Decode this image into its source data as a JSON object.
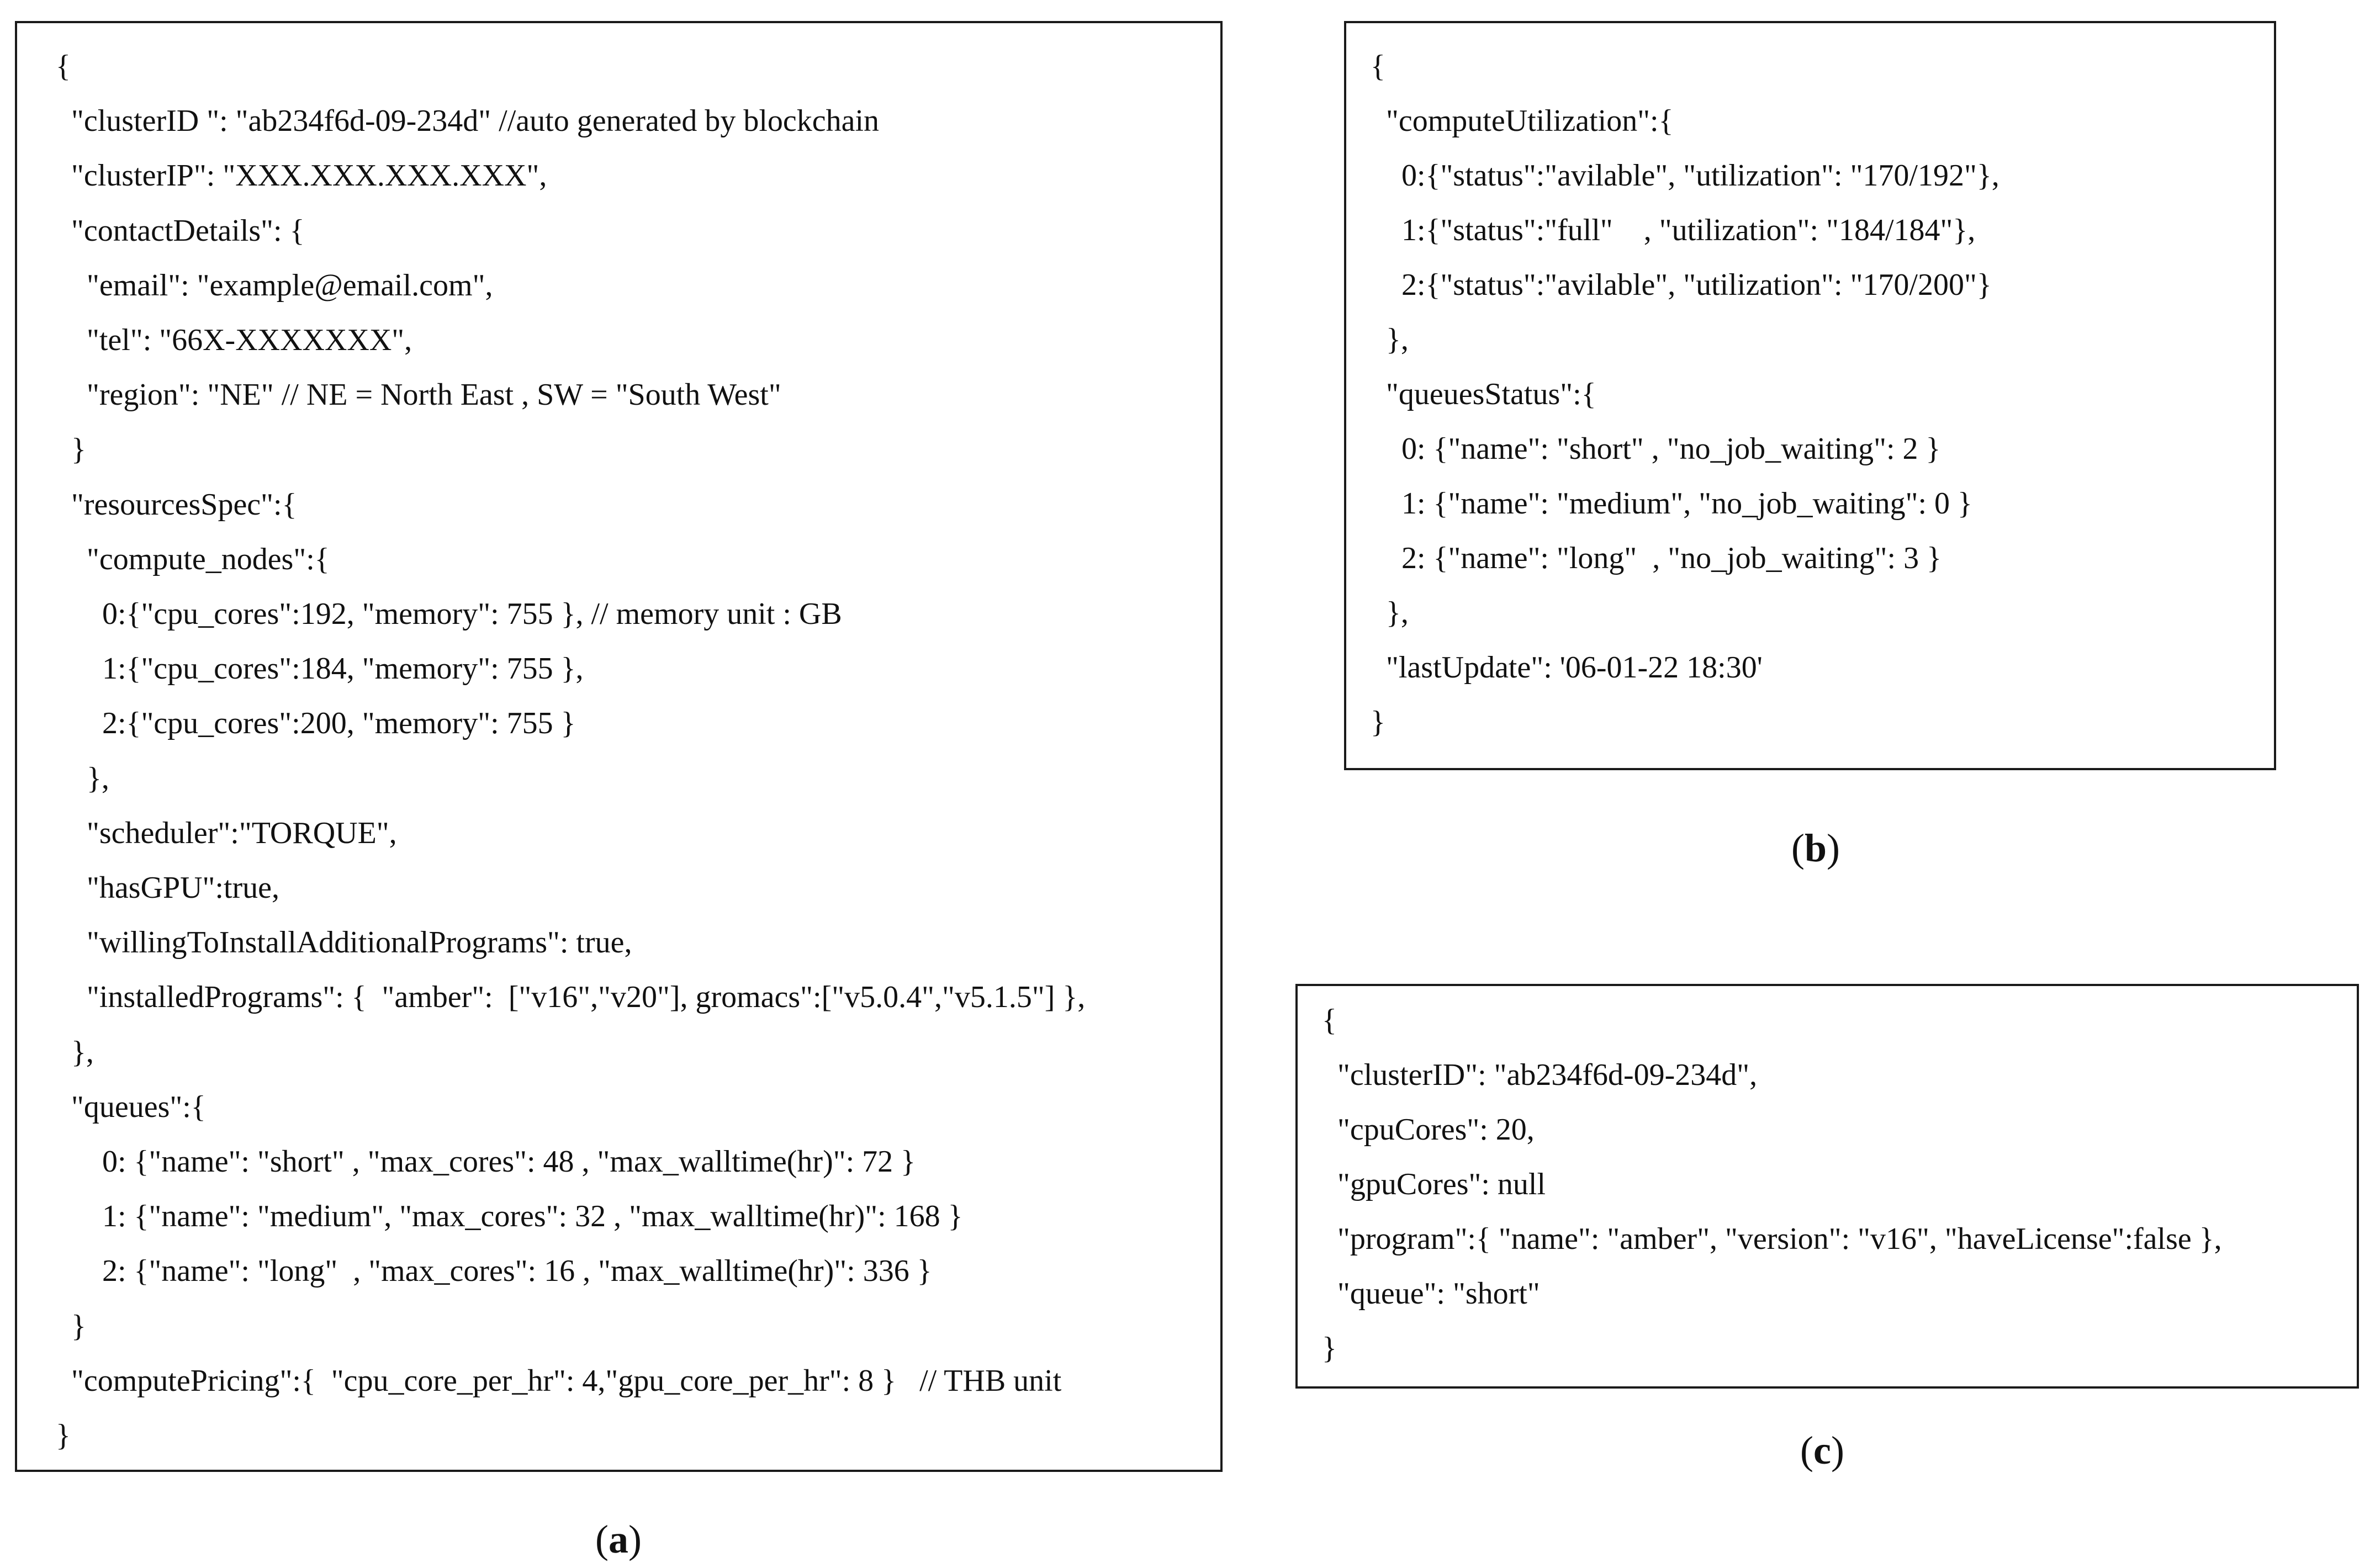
{
  "panels": {
    "a": {
      "caption_open": "(",
      "caption_letter": "a",
      "caption_close": ")",
      "lines": [
        "{",
        "  \"clusterID \": \"ab234f6d-09-234d\" //auto generated by blockchain",
        "  \"clusterIP\": \"XXX.XXX.XXX.XXX\",",
        "  \"contactDetails\": {",
        "    \"email\": \"example@email.com\",",
        "    \"tel\": \"66X-XXXXXXX\",",
        "    \"region\": \"NE\" // NE = North East , SW = \"South West\"",
        "  }",
        "  \"resourcesSpec\":{",
        "    \"compute_nodes\":{",
        "      0:{\"cpu_cores\":192, \"memory\": 755 }, // memory unit : GB",
        "      1:{\"cpu_cores\":184, \"memory\": 755 },",
        "      2:{\"cpu_cores\":200, \"memory\": 755 }",
        "    },",
        "    \"scheduler\":\"TORQUE\",",
        "    \"hasGPU\":true,",
        "    \"willingToInstallAdditionalPrograms\": true,",
        "    \"installedPrograms\": {  \"amber\":  [\"v16\",\"v20\"], gromacs\":[\"v5.0.4\",\"v5.1.5\"] },",
        "  },",
        "  \"queues\":{",
        "      0: {\"name\": \"short\" , \"max_cores\": 48 , \"max_walltime(hr)\": 72 }",
        "      1: {\"name\": \"medium\", \"max_cores\": 32 , \"max_walltime(hr)\": 168 }",
        "      2: {\"name\": \"long\"  , \"max_cores\": 16 , \"max_walltime(hr)\": 336 }",
        "  }",
        "  \"computePricing\":{  \"cpu_core_per_hr\": 4,\"gpu_core_per_hr\": 8 }   // THB unit",
        "}"
      ]
    },
    "b": {
      "caption_open": "(",
      "caption_letter": "b",
      "caption_close": ")",
      "lines": [
        "{",
        "  \"computeUtilization\":{",
        "    0:{\"status\":\"avilable\", \"utilization\": \"170/192\"},",
        "    1:{\"status\":\"full\"    , \"utilization\": \"184/184\"},",
        "    2:{\"status\":\"avilable\", \"utilization\": \"170/200\"}",
        "  },",
        "  \"queuesStatus\":{",
        "    0: {\"name\": \"short\" , \"no_job_waiting\": 2 }",
        "    1: {\"name\": \"medium\", \"no_job_waiting\": 0 }",
        "    2: {\"name\": \"long\"  , \"no_job_waiting\": 3 }",
        "  },",
        "  \"lastUpdate\": '06-01-22 18:30'",
        "}"
      ]
    },
    "c": {
      "caption_open": "(",
      "caption_letter": "c",
      "caption_close": ")",
      "lines": [
        "{",
        "  \"clusterID\": \"ab234f6d-09-234d\",",
        "  \"cpuCores\": 20,",
        "  \"gpuCores\": null",
        "  \"program\":{ \"name\": \"amber\", \"version\": \"v16\", \"haveLicense\":false },",
        "  \"queue\": \"short\"",
        "}"
      ]
    }
  }
}
